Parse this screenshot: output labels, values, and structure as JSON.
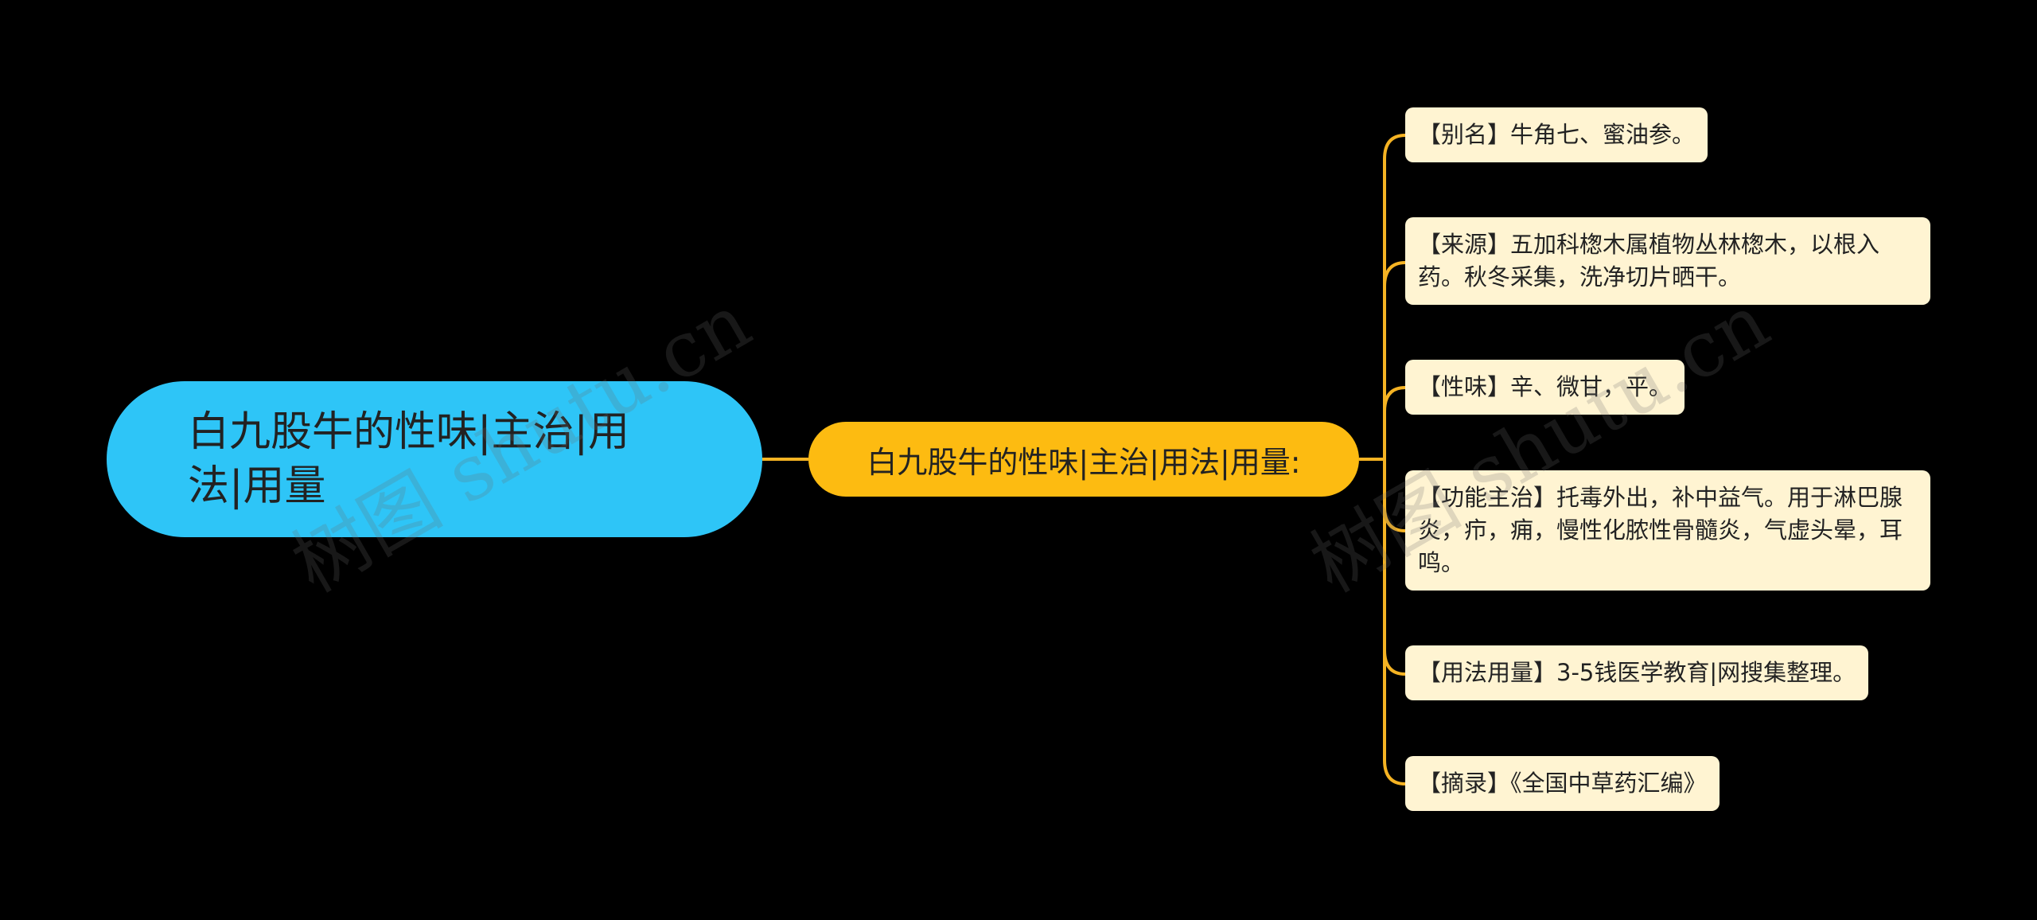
{
  "root": {
    "label": "白九股牛的性味|主治|用法|用量"
  },
  "branch": {
    "label": "白九股牛的性味|主治|用法|用量:"
  },
  "leaves": [
    "【别名】牛角七、蜜油参。",
    "【来源】五加科楤木属植物丛林楤木，以根入药。秋冬采集，洗净切片晒干。",
    "【性味】辛、微甘，平。",
    "【功能主治】托毒外出，补中益气。用于淋巴腺炎，疖，痈，慢性化脓性骨髓炎，气虚头晕，耳鸣。",
    "【用法用量】3-5钱医学教育|网搜集整理。",
    "【摘录】《全国中草药汇编》"
  ],
  "watermark": "树图 shutu.cn",
  "colors": {
    "background": "#000000",
    "root": "#2EC5F7",
    "branch": "#FDBB11",
    "leaf": "#FFF4D2",
    "connector": "#F5B323"
  }
}
